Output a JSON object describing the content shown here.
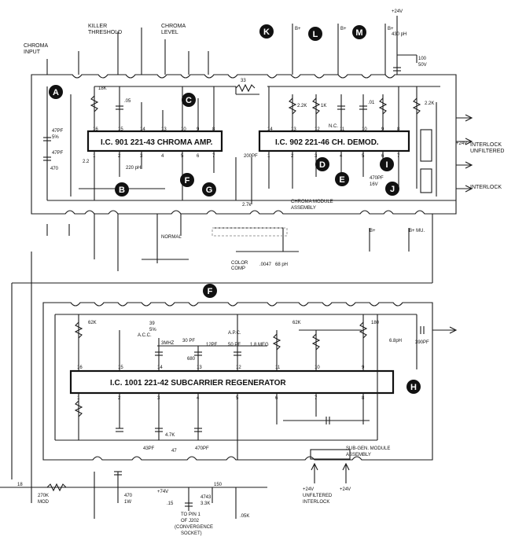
{
  "inputs": {
    "chroma_input": "CHROMA",
    "chroma_input2": "INPUT",
    "killer": "KILLER",
    "threshold": "THRESHOLD",
    "chroma_level1": "CHROMA",
    "chroma_level2": "LEVEL"
  },
  "ics": {
    "ic901": "I.C. 901  221-43  CHROMA AMP.",
    "ic902": "I.C. 902  221-46  CH. DEMOD.",
    "ic1001": "I.C. 1001  221-42    SUBCARRIER  REGENERATOR"
  },
  "test_points": [
    "A",
    "B",
    "C",
    "D",
    "E",
    "F",
    "G",
    "H",
    "I",
    "J",
    "K",
    "L",
    "M"
  ],
  "labels": {
    "interlock_unf1": "INTERLOCK",
    "interlock_unf2": "UNFILTERED",
    "interlock": "INTERLOCK",
    "chroma_module1": "CHROMA MODULE",
    "chroma_module2": "ASSEMBLY",
    "subgen_module1": "SUB-GEN. MODULE",
    "subgen_module2": "ASSEMBLY",
    "unf_interlock1": "UNFILTERED",
    "unf_interlock2": "INTERLOCK",
    "normal": "NORMAL",
    "nc": "N.C.",
    "acc": "A.C.C.",
    "apc": "A.P.C.",
    "to_pin1": "TO PIN 1",
    "to_pin2": "OF J202",
    "to_pin3": "(CONVERGENCE",
    "to_pin4": "SOCKET)",
    "color_comp1": "COLOR",
    "color_comp2": "COMP"
  },
  "values": {
    "v24": "+24V",
    "v24b": "+24V",
    "v24c": "+24V",
    "v24d": "+24V",
    "v74": "+74V",
    "b_plus": "B+",
    "b_plus_mu": "B+ MU.",
    "c47pf": "47PF",
    "c5a": "5%",
    "c470": "470",
    "r18k": "18K",
    "r33": "33",
    "c05": ".05",
    "c220": "220 pH",
    "c200pf": "200PF",
    "r27k": "2.7k",
    "c2p2": "2.2",
    "c430": "430 pH",
    "c100": "100",
    "v50": "50V",
    "r22k": "2.2K",
    "r1k": "1K",
    "c01": ".01",
    "c470pf": "470PF",
    "c16v": "16V",
    "c0047": ".0047",
    "c68": "68 pH",
    "c39": "39",
    "c5b": "5%",
    "r3mhz": "3MHZ",
    "c30pf": "30 PF",
    "c12pf": "12PF",
    "c50pf": "50 PF",
    "r18meg": "1.8 MEG",
    "r680": "680",
    "c0k": ".01",
    "c68ph": "6.8pH",
    "c390pf": "390PF",
    "r62k": "62K",
    "c180": "180",
    "c43pf": "43PF",
    "c47k": "4.7K",
    "c47": "47",
    "r270k": "270K",
    "mod": "MOD",
    "r18": "18",
    "c15": ".15",
    "r4743": "4743",
    "r33k": "3.3K",
    "c05k": ".05K",
    "c150": "150",
    "c470w": "470",
    "c1w": "1W"
  }
}
